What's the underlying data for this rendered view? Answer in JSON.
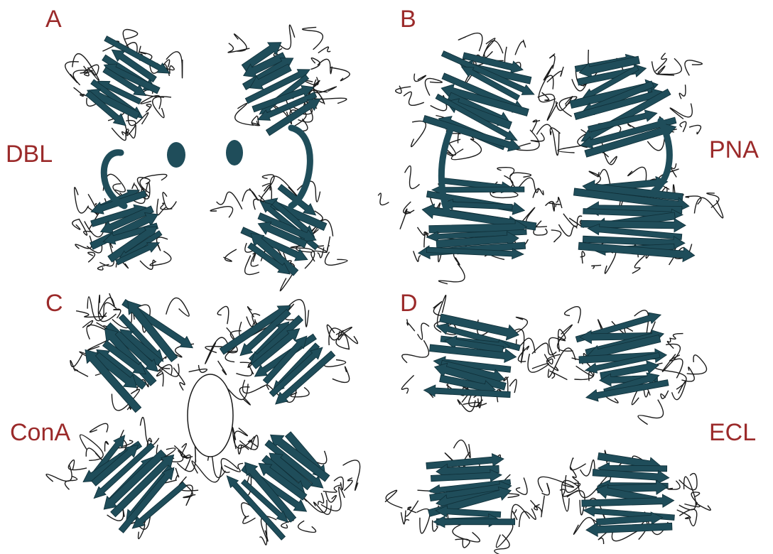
{
  "figure": {
    "panels": [
      {
        "letter": "A",
        "name": "DBL"
      },
      {
        "letter": "B",
        "name": "PNA"
      },
      {
        "letter": "C",
        "name": "ConA"
      },
      {
        "letter": "D",
        "name": "ECL"
      }
    ],
    "colors": {
      "label": "#9b2a2a",
      "ribbon": "#1f4d5a",
      "coil": "#1a1a1a",
      "background": "#ffffff"
    },
    "glyphs": "ribbon-diagram-of-lectin-tetramer"
  }
}
